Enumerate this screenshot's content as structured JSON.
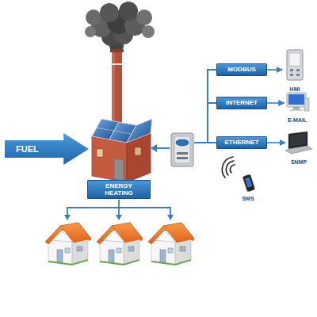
{
  "diagram": {
    "nodes": [
      {
        "text": [
          "MODBUS"
        ]
      },
      {
        "text": [
          "HMI"
        ]
      },
      {
        "text": [
          "INTERNET"
        ]
      },
      {
        "text": [
          "E-MAIL"
        ]
      },
      {
        "text": [
          "FUEL"
        ]
      },
      {
        "text": [
          "ETHERNET"
        ]
      },
      {
        "text": [
          "SNMP"
        ]
      },
      {
        "text": [
          "SMS"
        ]
      },
      {
        "text": [
          "ENERGY HEATING"
        ]
      }
    ],
    "edges": [
      {
        "from": 0,
        "to": 1,
        "arrow": "to"
      },
      {
        "from": 2,
        "to": 3,
        "arrow": "to"
      },
      {
        "from": 5,
        "to": 6,
        "arrow": "to"
      }
    ]
  }
}
